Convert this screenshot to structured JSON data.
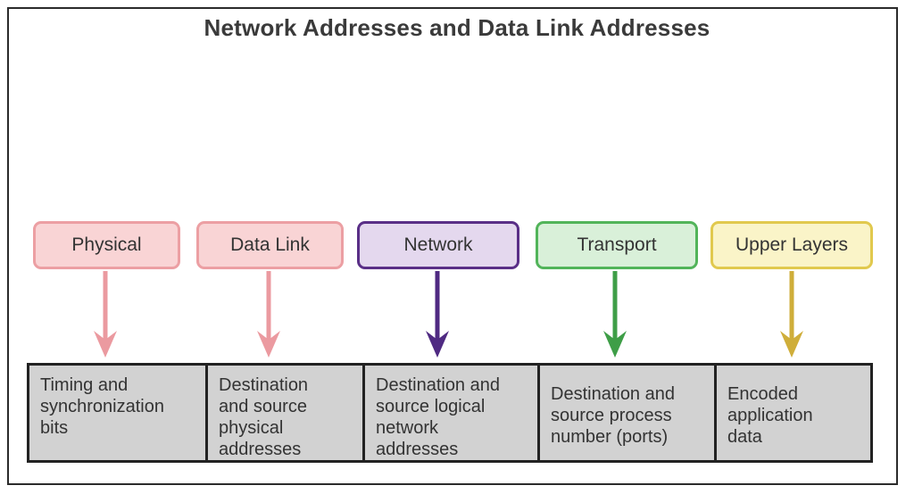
{
  "title": "Network Addresses and Data Link Addresses",
  "layers": [
    {
      "label": "Physical",
      "fill": "#f9d4d5",
      "border": "#ec9fa3",
      "arrow": "#eb9aa0"
    },
    {
      "label": "Data Link",
      "fill": "#f9d4d5",
      "border": "#ec9fa3",
      "arrow": "#eb9aa0"
    },
    {
      "label": "Network",
      "fill": "#e4d8ee",
      "border": "#5a2f87",
      "arrow": "#4f2a82"
    },
    {
      "label": "Transport",
      "fill": "#d9f0d9",
      "border": "#52b45a",
      "arrow": "#3e9e47"
    },
    {
      "label": "Upper Layers",
      "fill": "#faf4c8",
      "border": "#e1c94e",
      "arrow": "#cfae3a"
    }
  ],
  "cells": [
    "Timing and\nsynchronization\nbits",
    "Destination\nand source\nphysical\naddresses",
    "Destination and\nsource logical\nnetwork\naddresses",
    "Destination and\nsource process\nnumber (ports)",
    "Encoded\napplication\ndata"
  ]
}
